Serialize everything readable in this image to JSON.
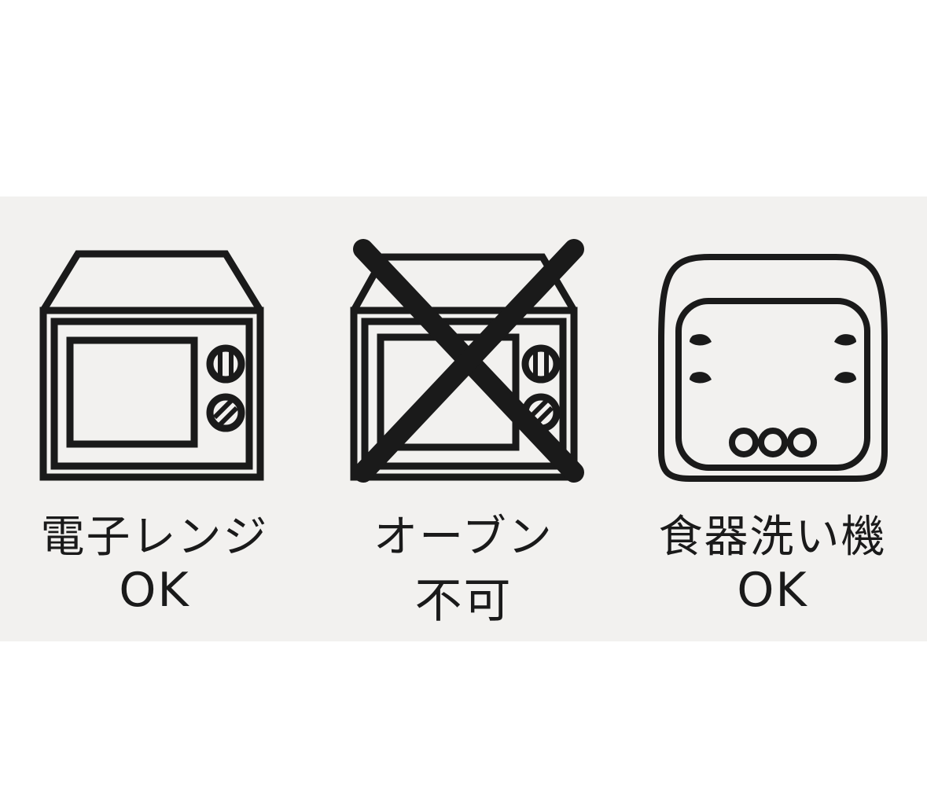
{
  "symbols": [
    {
      "icon": "microwave-icon",
      "line1": "電子レンジ",
      "line2": "OK",
      "crossed": false
    },
    {
      "icon": "oven-crossed-icon",
      "line1": "オーブン",
      "line2": "不可",
      "crossed": true
    },
    {
      "icon": "dishwasher-icon",
      "line1": "食器洗い機",
      "line2": "OK",
      "crossed": false
    }
  ],
  "colors": {
    "background": "#f2f1ef",
    "ink": "#1a1a1a"
  }
}
